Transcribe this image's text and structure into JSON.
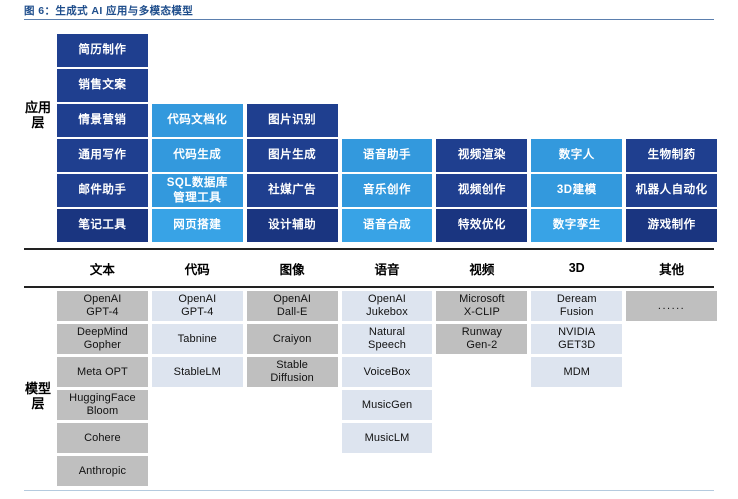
{
  "figure": {
    "caption": "图 6：生成式 AI 应用与多模态模型"
  },
  "layers": {
    "application_label": "应用层",
    "model_label": "模型层"
  },
  "categories": [
    {
      "label": "文本"
    },
    {
      "label": "代码"
    },
    {
      "label": "图像"
    },
    {
      "label": "语音"
    },
    {
      "label": "视频"
    },
    {
      "label": "3D"
    },
    {
      "label": "其他"
    }
  ],
  "application_layer": {
    "columns": [
      {
        "category": "文本",
        "tone": "dark",
        "color": "#1f3f8f",
        "items": [
          "简历制作",
          "销售文案",
          "情景营销",
          "通用写作",
          "邮件助手",
          "笔记工具"
        ]
      },
      {
        "category": "代码",
        "tone": "light",
        "color": "#3399dd",
        "items": [
          "代码文档化",
          "代码生成",
          "SQL数据库\n管理工具",
          "网页搭建"
        ]
      },
      {
        "category": "图像",
        "tone": "dark",
        "color": "#1f3f8f",
        "items": [
          "图片识别",
          "图片生成",
          "社媒广告",
          "设计辅助"
        ]
      },
      {
        "category": "语音",
        "tone": "light",
        "color": "#3399dd",
        "items": [
          "语音助手",
          "音乐创作",
          "语音合成"
        ]
      },
      {
        "category": "视频",
        "tone": "dark",
        "color": "#1f3f8f",
        "items": [
          "视频渲染",
          "视频创作",
          "特效优化"
        ]
      },
      {
        "category": "3D",
        "tone": "light",
        "color": "#3399dd",
        "items": [
          "数字人",
          "3D建模",
          "数字孪生"
        ]
      },
      {
        "category": "其他",
        "tone": "dark",
        "color": "#1f3f8f",
        "items": [
          "生物制药",
          "机器人自动化",
          "游戏制作"
        ]
      }
    ]
  },
  "model_layer": {
    "columns": [
      {
        "category": "文本",
        "tone": "gray",
        "color": "#bfbfbf",
        "items": [
          "OpenAI\nGPT-4",
          "DeepMind\nGopher",
          "Meta OPT",
          "HuggingFace\nBloom",
          "Cohere",
          "Anthropic"
        ]
      },
      {
        "category": "代码",
        "tone": "pale",
        "color": "#dde4ef",
        "items": [
          "OpenAI\nGPT-4",
          "Tabnine",
          "StableLM"
        ]
      },
      {
        "category": "图像",
        "tone": "gray",
        "color": "#bfbfbf",
        "items": [
          "OpenAI\nDall-E",
          "Craiyon",
          "Stable\nDiffusion"
        ]
      },
      {
        "category": "语音",
        "tone": "pale",
        "color": "#dde4ef",
        "items": [
          "OpenAI\nJukebox",
          "Natural\nSpeech",
          "VoiceBox",
          "MusicGen",
          "MusicLM"
        ]
      },
      {
        "category": "视频",
        "tone": "gray",
        "color": "#bfbfbf",
        "items": [
          "Microsoft\nX-CLIP",
          "Runway\nGen-2"
        ]
      },
      {
        "category": "3D",
        "tone": "pale",
        "color": "#dde4ef",
        "items": [
          "Deream\nFusion",
          "NVIDIA\nGET3D",
          "MDM"
        ]
      },
      {
        "category": "其他",
        "tone": "gray",
        "color": "#bfbfbf",
        "items": [
          "......"
        ]
      }
    ]
  }
}
